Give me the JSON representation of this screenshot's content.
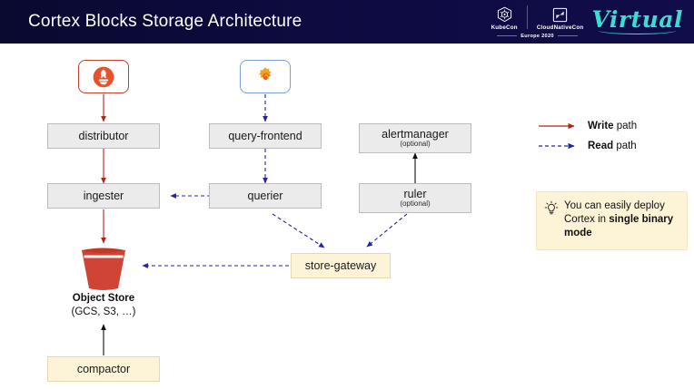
{
  "header": {
    "title": "Cortex Blocks Storage Architecture",
    "logos": {
      "kubecon": "KubeCon",
      "cloudnativecon": "CloudNativeCon",
      "event": "Europe 2020",
      "virtual": "Virtual"
    },
    "background_color": "#0c0a3e"
  },
  "diagram": {
    "sources": [
      {
        "name": "prometheus",
        "icon": "prometheus-icon",
        "border_color": "#c1402b"
      },
      {
        "name": "grafana",
        "icon": "grafana-icon",
        "border_color": "#7b9fd4"
      }
    ],
    "nodes": [
      {
        "id": "distributor",
        "label": "distributor",
        "sub": "",
        "style": "grey"
      },
      {
        "id": "query-frontend",
        "label": "query-frontend",
        "sub": "",
        "style": "grey"
      },
      {
        "id": "alertmanager",
        "label": "alertmanager",
        "sub": "(optional)",
        "style": "grey"
      },
      {
        "id": "ingester",
        "label": "ingester",
        "sub": "",
        "style": "grey"
      },
      {
        "id": "querier",
        "label": "querier",
        "sub": "",
        "style": "grey"
      },
      {
        "id": "ruler",
        "label": "ruler",
        "sub": "(optional)",
        "style": "grey"
      },
      {
        "id": "store-gateway",
        "label": "store-gateway",
        "sub": "",
        "style": "cream"
      },
      {
        "id": "compactor",
        "label": "compactor",
        "sub": "",
        "style": "cream"
      }
    ],
    "object_store": {
      "title": "Object Store",
      "subtitle": "(GCS, S3, …)",
      "icon": "bucket-icon",
      "color": "#cf4434"
    }
  },
  "legend": {
    "items": [
      {
        "name": "write-path",
        "strong": "Write",
        "rest": " path",
        "color": "#b32317",
        "style": "solid"
      },
      {
        "name": "read-path",
        "strong": "Read",
        "rest": " path",
        "color": "#2222aa",
        "style": "dashed"
      }
    ]
  },
  "tip": {
    "icon": "lightbulb-icon",
    "text_before": "You can easily deploy Cortex in ",
    "text_strong": "single binary mode",
    "background_color": "#fdf4d8"
  }
}
